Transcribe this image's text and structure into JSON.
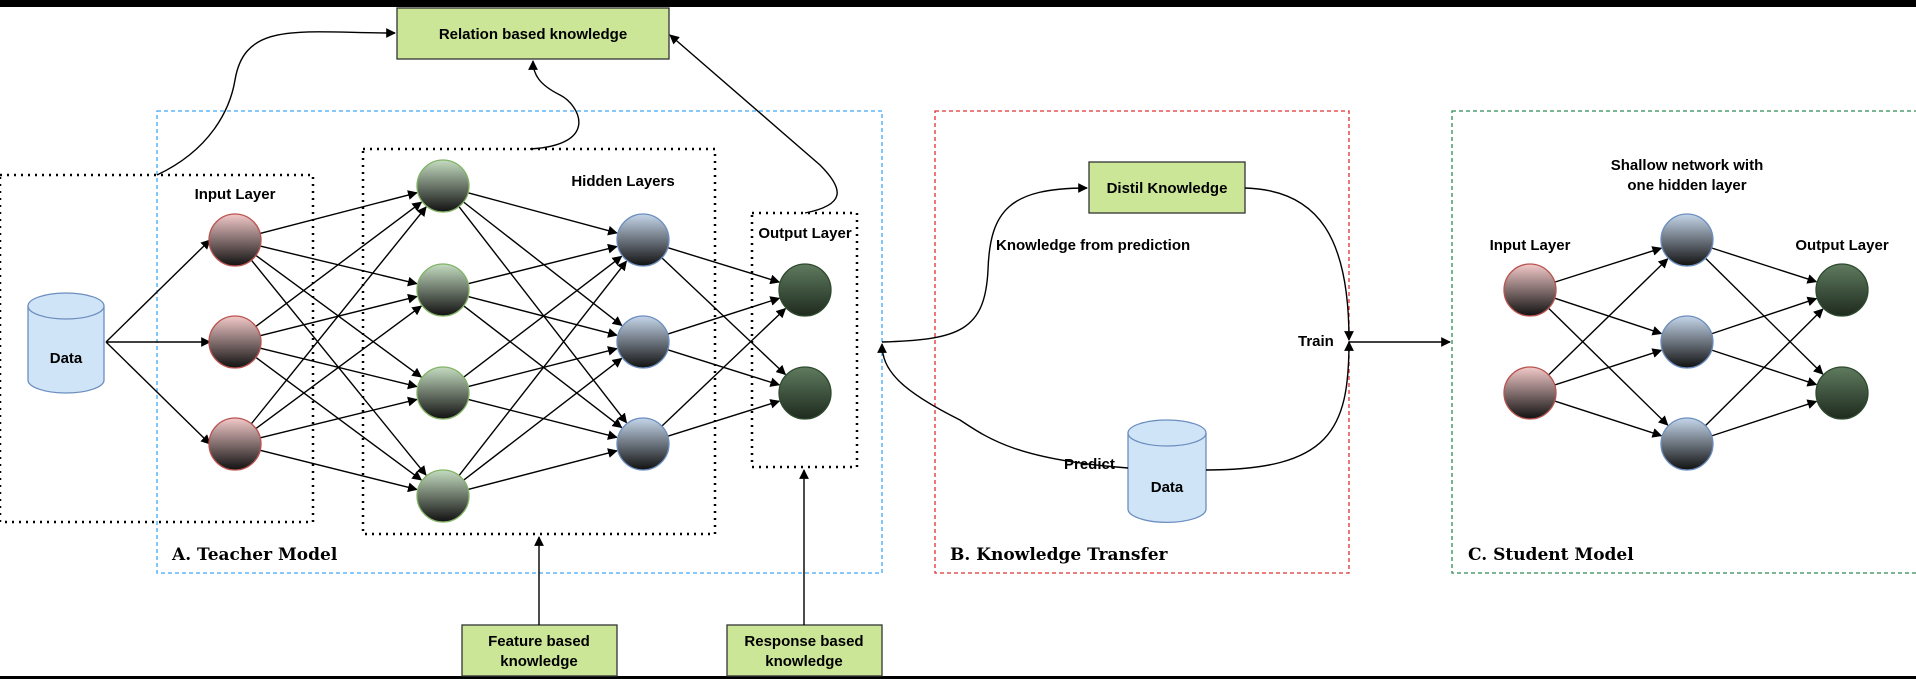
{
  "sections": {
    "teacher": "A. Teacher Model",
    "transfer": "B. Knowledge Transfer",
    "student": "C. Student Model"
  },
  "knowledge_boxes": {
    "relation": "Relation based knowledge",
    "feature_line1": "Feature based",
    "feature_line2": "knowledge",
    "response_line1": "Response based",
    "response_line2": "knowledge",
    "distil": "Distil Knowledge"
  },
  "teacher_labels": {
    "input_layer": "Input Layer",
    "hidden_layers": "Hidden Layers",
    "output_layer": "Output Layer",
    "data": "Data"
  },
  "transfer_labels": {
    "knowledge_from_prediction": "Knowledge from prediction",
    "train": "Train",
    "predict": "Predict",
    "data": "Data"
  },
  "student_labels": {
    "title_line1": "Shallow network with",
    "title_line2": "one hidden layer",
    "input_layer": "Input Layer",
    "output_layer": "Output Layer"
  },
  "colors": {
    "teacher_border": "#3fa9f5",
    "transfer_border": "#e03030",
    "student_border": "#2e8b57",
    "knowledge_box_fill": "#cce697",
    "input_node_top": "#f3c9c9",
    "hidden_node_top": "#c4dcc0",
    "hidden2_node_top": "#c5d6ea",
    "output_node_top": "#5f7b5f",
    "data_cylinder": "#cfe4f7"
  },
  "icons": [
    "data-cylinder-icon",
    "neuron-icon"
  ]
}
